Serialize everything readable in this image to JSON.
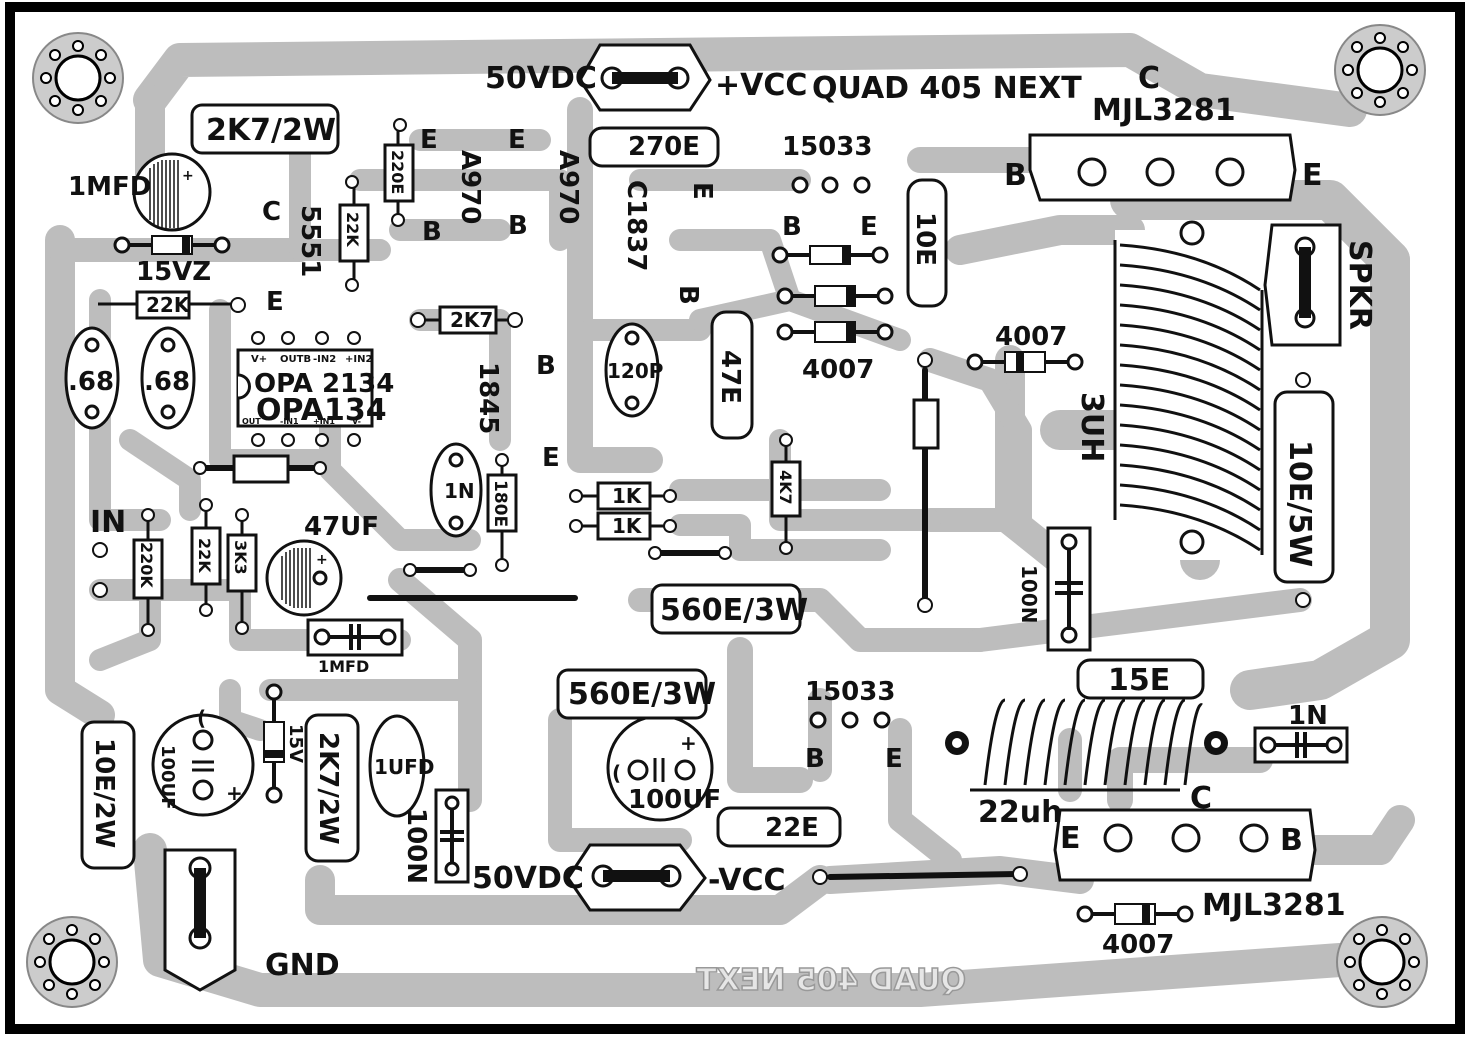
{
  "title": "QUAD 405 NEXT",
  "mirror_title": "QUAD 405 NEXT",
  "power": {
    "pos_voltage": "50VDC",
    "pos_label": "+VCC",
    "neg_voltage": "50VDC",
    "neg_label": "-VCC",
    "gnd": "GND"
  },
  "transistors": {
    "top_out": "MJL3281",
    "bot_out": "MJL3281",
    "pre1": "A970",
    "pre2": "A970",
    "q5551": "5551",
    "qc1837": "C1837",
    "q1845": "1845",
    "drv_top": "15033",
    "drv_bot": "15033"
  },
  "pins": {
    "B": "B",
    "C": "C",
    "E": "E"
  },
  "ic": {
    "line1": "OPA 2134",
    "line2": "OPA134",
    "pins_top": [
      "V+",
      "OUTB",
      "-IN2",
      "+IN2"
    ],
    "pins_bot": [
      "OUT",
      "-IN1",
      "+IN1",
      "V-"
    ]
  },
  "resistors": {
    "r2k7_2w_top": "2K7/2W",
    "r220e": "220E",
    "r22k_v": "22K",
    "r22k_h": "22K",
    "r2k7": "2K7",
    "r270e": "270E",
    "r10e": "10E",
    "r47e": "47E",
    "r4k7": "4K7",
    "r1k_a": "1K",
    "r1k_b": "1K",
    "r180e": "180E",
    "r220k": "220K",
    "r22k_low": "22K",
    "r3k3": "3K3",
    "r560_a": "560E/3W",
    "r560_b": "560E/3W",
    "r10e_5w": "10E/5W",
    "r15e": "15E",
    "r22e": "22E",
    "r10e_2w": "10E/2W",
    "r2k7_2w_bot": "2K7/2W"
  },
  "capacitors": {
    "c1mfd_top": "1MFD",
    "c68a": ".68",
    "c68b": ".68",
    "c120p": "120P",
    "c1n": "1N",
    "c47uf": "47UF",
    "c1mfd_film": "1MFD",
    "c100n_r": "100N",
    "c1n_r": "1N",
    "c100uf_l": "100UF",
    "c1ufd": "1UFD",
    "c100n_l": "100N",
    "c100uf_c": "100UF"
  },
  "diodes": {
    "z15vz": "15VZ",
    "z15v": "15V",
    "d4007_a": "4007",
    "d4007_b": "4007",
    "d4007_c": "4007"
  },
  "inductors": {
    "l3uh": "3UH",
    "l22uh": "22uh"
  },
  "io": {
    "input": "IN",
    "speaker": "SPKR"
  }
}
